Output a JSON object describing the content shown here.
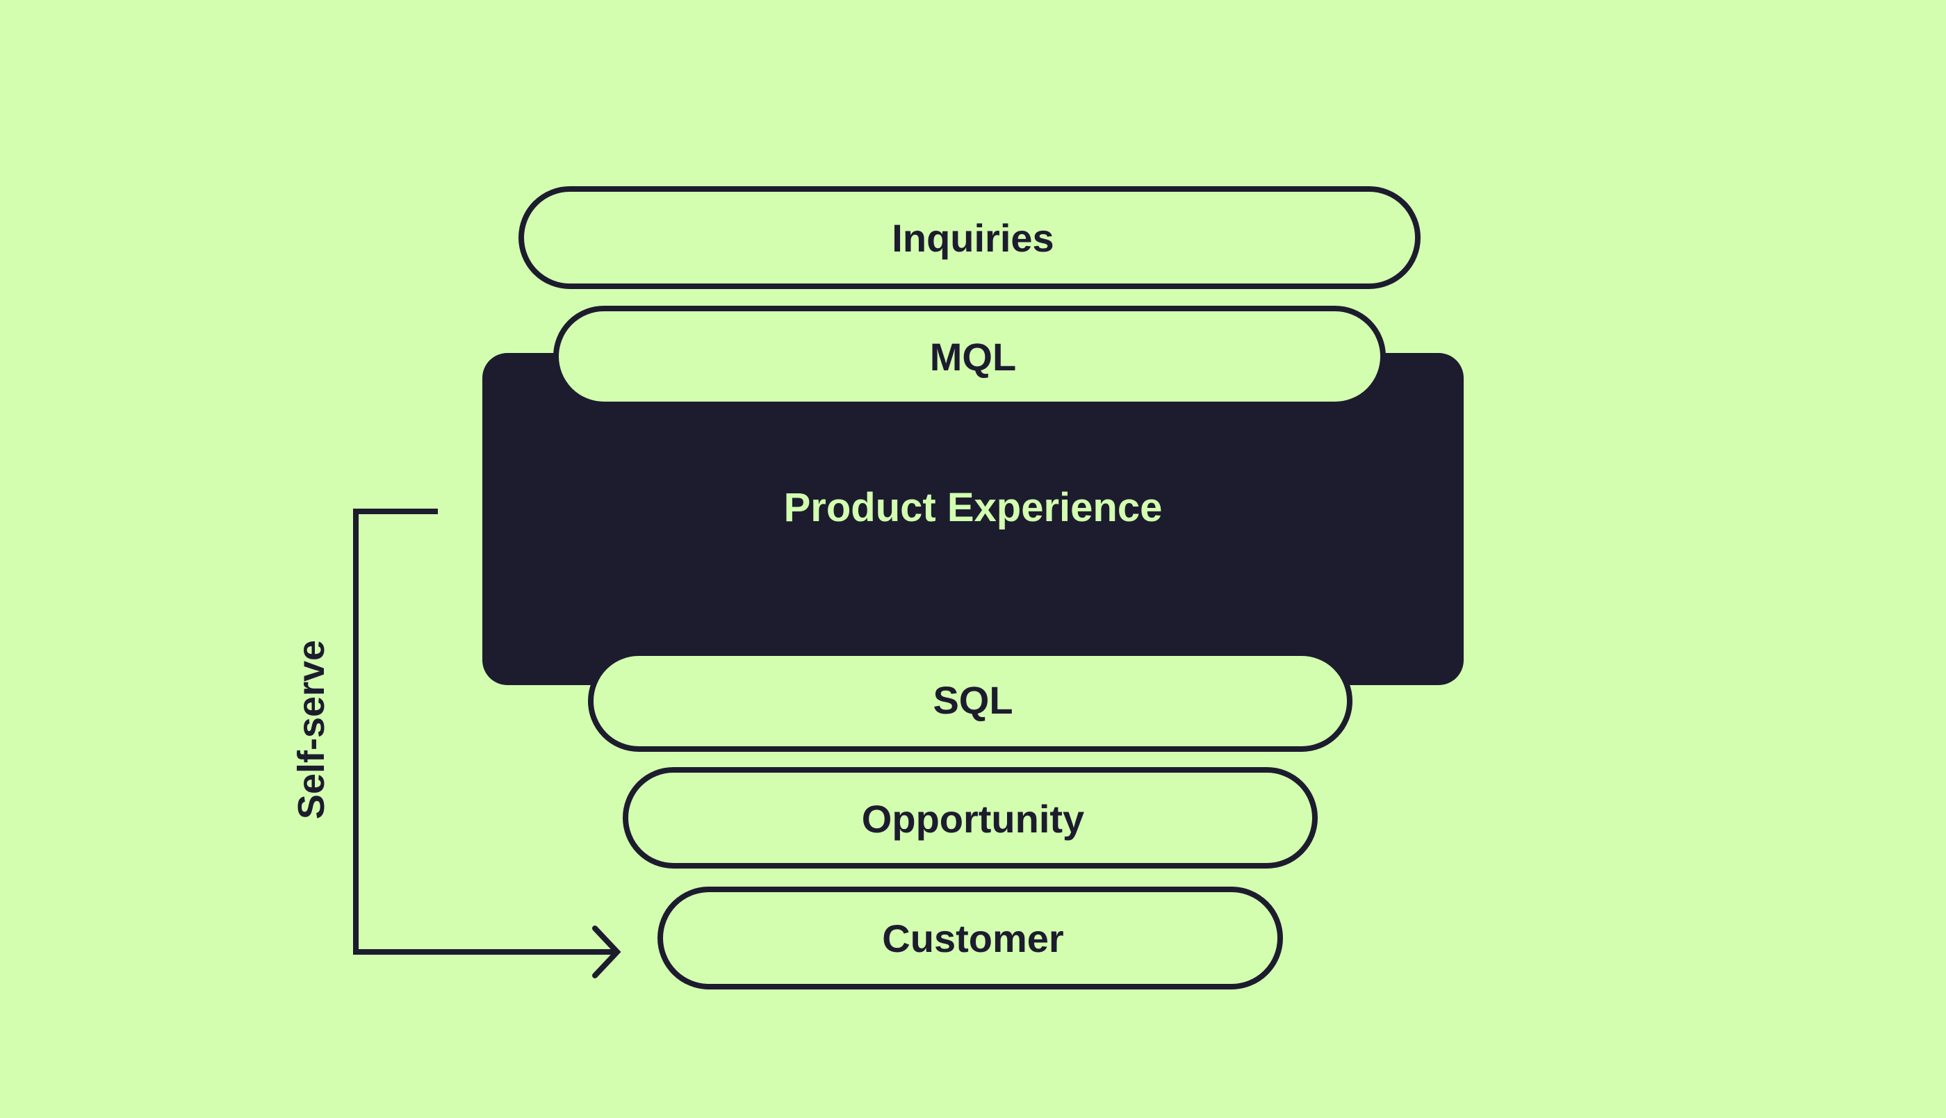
{
  "colors": {
    "background": "#d3feb0",
    "dark": "#1c1c2e",
    "stage_fill": "#d3feb0",
    "block_text": "#d3feb0"
  },
  "funnel": {
    "stages": [
      {
        "label": "Inquiries"
      },
      {
        "label": "MQL"
      },
      {
        "label": "SQL"
      },
      {
        "label": "Opportunity"
      },
      {
        "label": "Customer"
      }
    ],
    "block": {
      "label": "Product Experience"
    }
  },
  "self_serve": {
    "label": "Self-serve"
  }
}
